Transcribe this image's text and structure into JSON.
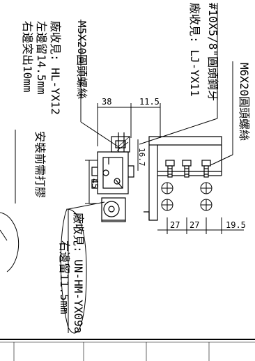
{
  "labels": {
    "screw_bolt_right": "M6X20圓頭螺絲",
    "screw_right_top": "#10X5/8\"圓頭鋼牙",
    "supplier_right_top": "廠收見: LJ-YX11",
    "screw_left": "M5X20圓頭螺絲",
    "supplier_left_1": "廠收見: HL-YX12",
    "supplier_left_2": "左邊留14.5mm",
    "supplier_left_3": "右邊突出10mm",
    "install_note": "安裝前需打膠",
    "supplier_bottom_1": "廠收見: UN-HM-YX09a",
    "supplier_bottom_2": "右邊留11.5mm"
  },
  "dimensions": {
    "d_38": "38",
    "d_11_5": "11.5",
    "d_16_7": "16.7",
    "d_45": "45",
    "d_27a": "27",
    "d_27b": "27",
    "d_19_5": "19.5"
  }
}
